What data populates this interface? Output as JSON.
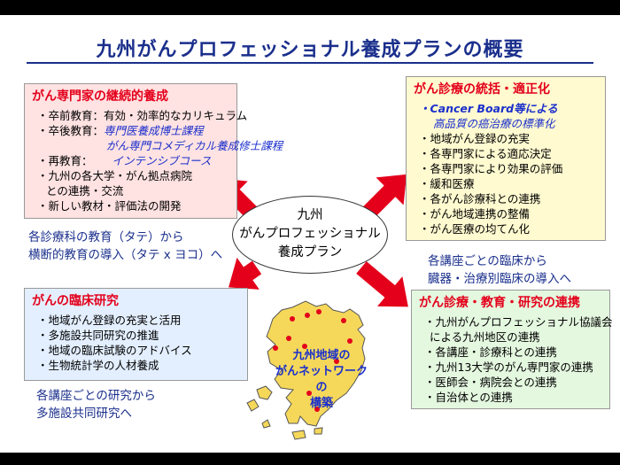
{
  "title": "九州がんプロフェッショナル養成プランの概要",
  "center": {
    "line1": "九州",
    "line2": "がんプロフェッショナル",
    "line3": "養成プラン"
  },
  "box1": {
    "heading": "がん専門家の継続的養成",
    "items": [
      "・卒前教育：有効・効率的なカリキュラム",
      "・卒後教育：",
      "・再教育：",
      "・九州の各大学・がん拠点病院",
      "との連携・交流",
      "・新しい教材・評価法の開発"
    ],
    "postgrad_course1": "専門医養成博士課程",
    "postgrad_course2": "がん専門コメディカル養成修士課程",
    "reeducation_course": "インテンシブコース"
  },
  "box2": {
    "heading": "がん診療の統括・適正化",
    "items": [
      "・Cancer Board等による",
      "高品質の癌治療の標準化",
      "・地域がん登録の充実",
      "・各専門家による適応決定",
      "・各専門家により効果の評価",
      "・緩和医療",
      "・各がん診療科との連携",
      "・がん地域連携の整備",
      "・がん医療の均てん化"
    ]
  },
  "box3": {
    "heading": "がんの臨床研究",
    "items": [
      "・地域がん登録の充実と活用",
      "・多施設共同研究の推進",
      "・地域の臨床試験のアドバイス",
      "・生物統計学の人材養成"
    ]
  },
  "box4": {
    "heading": "がん診療・教育・研究の連携",
    "items": [
      "・九州がんプロフェッショナル協議会",
      "による九州地区の連携",
      "・各講座・診療科との連携",
      "・九州13大学のがん専門家の連携",
      "・医師会・病院会との連携",
      "・自治体との連携"
    ]
  },
  "notes": {
    "left1a": "各診療科の教育（タテ）から",
    "left1b": "横断的教育の導入（タテ x ヨコ）へ",
    "right1a": "各講座ごとの臨床から",
    "right1b": "臓器・治療別臨床の導入へ",
    "left2a": "各講座ごとの研究から",
    "left2b": "多施設共同研究へ"
  },
  "map_label": {
    "line1": "九州地域の",
    "line2": "がんネットワークの",
    "line3": "構築"
  },
  "colors": {
    "title": "#1a2f8c",
    "heading": "#e4001b",
    "arrow": "#e4001b",
    "map": "#f5d85a"
  }
}
